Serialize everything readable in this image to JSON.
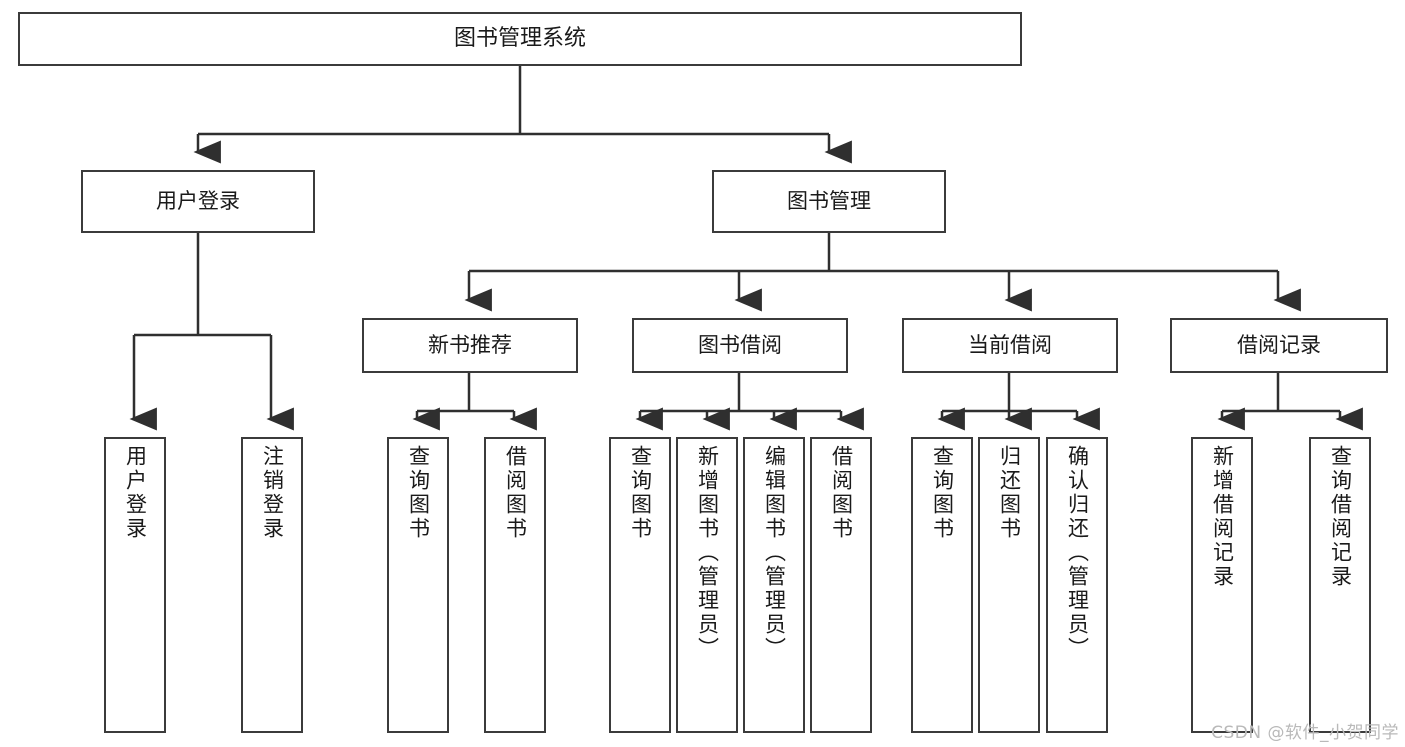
{
  "diagram": {
    "title": "图书管理系统",
    "type": "functional-structure-tree",
    "watermark": "CSDN @软件_小贺同学",
    "colors": {
      "box_border": "#3b3b3b",
      "box_fill": "#ffffff",
      "connector": "#2f2f2f",
      "text": "#1a1a1a",
      "watermark": "#b9b9b9",
      "background": "#ffffff"
    }
  },
  "nodes": {
    "root": {
      "label": "图书管理系统"
    },
    "level2": [
      {
        "label": "用户登录"
      },
      {
        "label": "图书管理"
      }
    ],
    "level3": [
      {
        "label": "新书推荐"
      },
      {
        "label": "图书借阅"
      },
      {
        "label": "当前借阅"
      },
      {
        "label": "借阅记录"
      }
    ],
    "leaves": {
      "user_login": [
        {
          "label": "用户登录"
        },
        {
          "label": "注销登录"
        }
      ],
      "new_book_recommend": [
        {
          "label": "查询图书"
        },
        {
          "label": "借阅图书"
        }
      ],
      "book_borrow": [
        {
          "label": "查询图书"
        },
        {
          "label": "新增图书（管理员）"
        },
        {
          "label": "编辑图书（管理员）"
        },
        {
          "label": "借阅图书"
        }
      ],
      "current_borrow": [
        {
          "label": "查询图书"
        },
        {
          "label": "归还图书"
        },
        {
          "label": "确认归还（管理员）"
        }
      ],
      "borrow_record": [
        {
          "label": "新增借阅记录"
        },
        {
          "label": "查询借阅记录"
        }
      ]
    }
  }
}
